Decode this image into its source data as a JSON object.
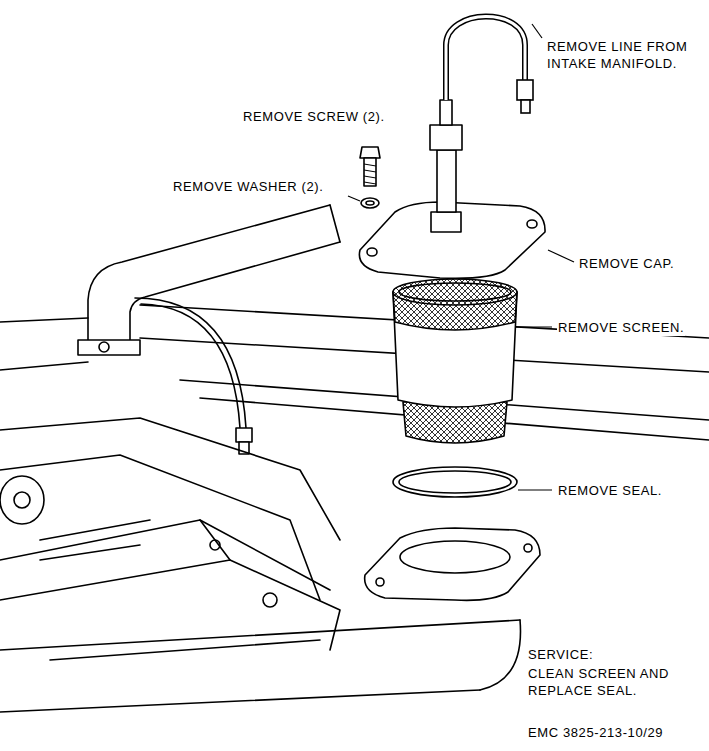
{
  "diagram": {
    "labels": [
      "REMOVE LINE FROM INTAKE MANIFOLD.",
      "REMOVE SCREW (2).",
      "REMOVE WASHER (2).",
      "REMOVE CAP.",
      "REMOVE SCREEN.",
      "REMOVE SEAL.",
      "SERVICE:",
      "CLEAN SCREEN AND REPLACE SEAL.",
      "EMC 3825-213-10/29"
    ]
  }
}
